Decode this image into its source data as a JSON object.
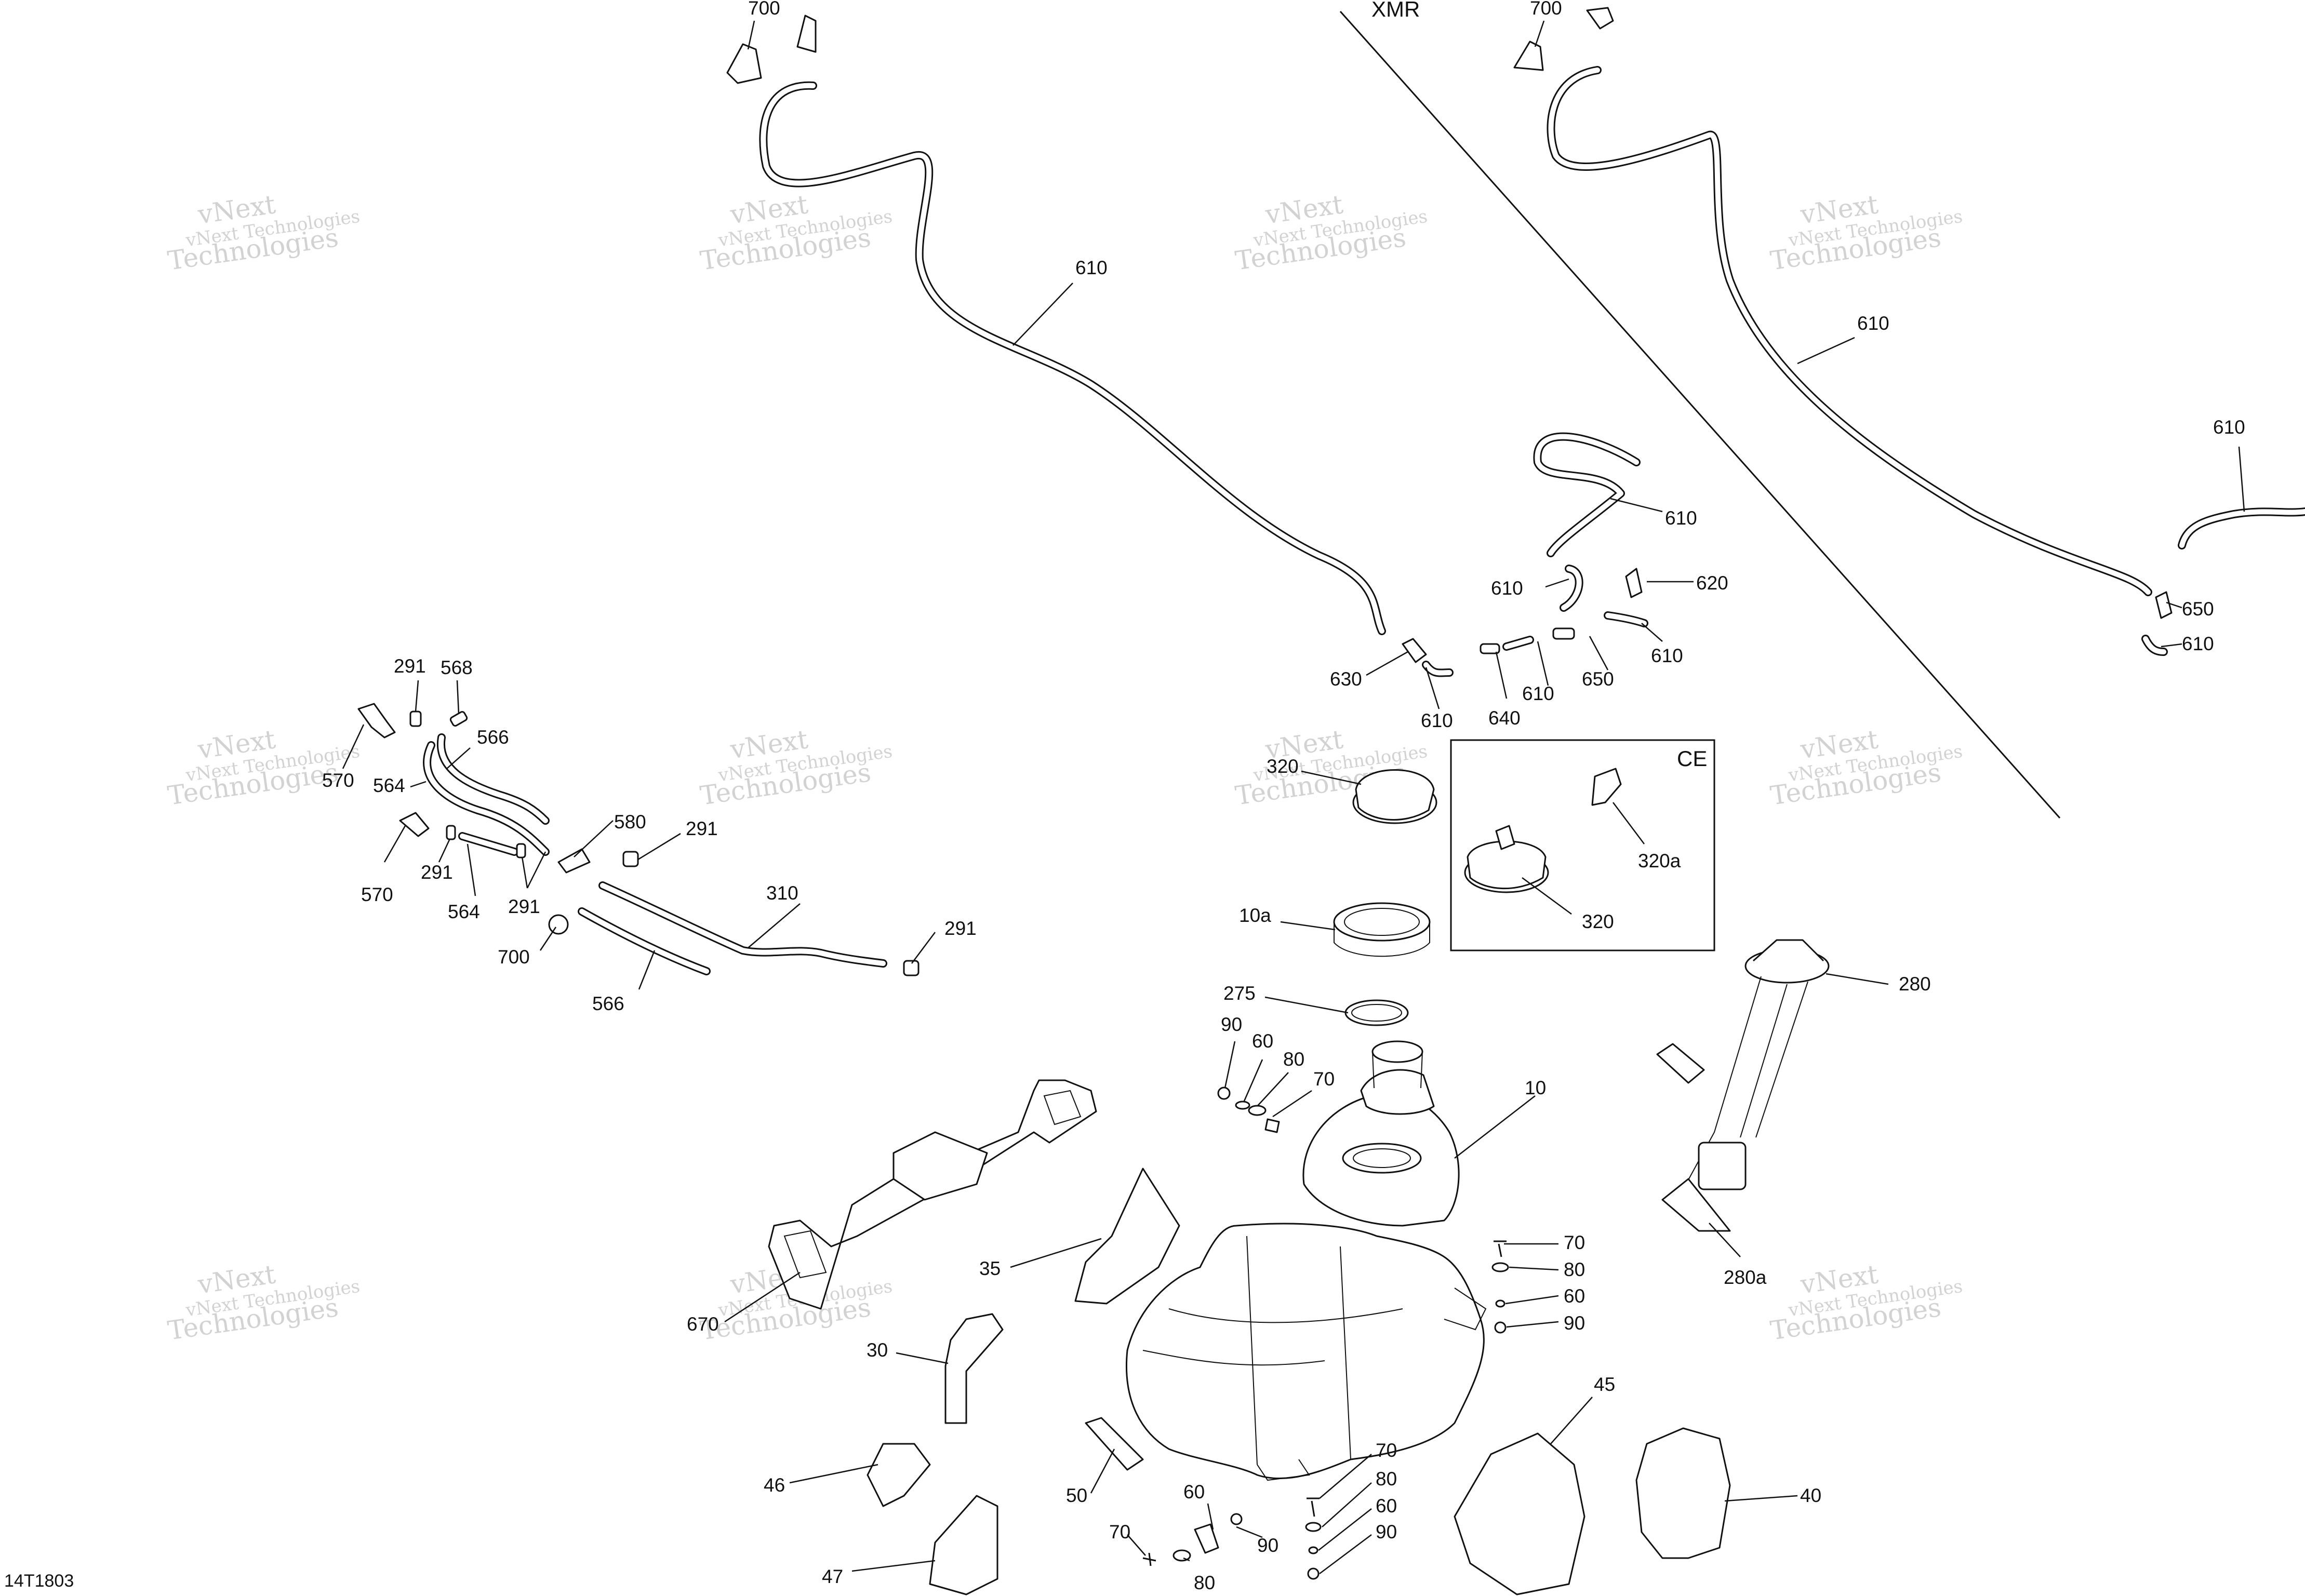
{
  "diagram": {
    "figure_id": "14T1803",
    "section_labels": {
      "xmr": "XMR",
      "ce": "CE"
    },
    "watermark": {
      "line1": "vNext",
      "line2": "Technologies",
      "line3": "vNext Technologies"
    },
    "callouts": [
      "700",
      "700",
      "610",
      "610",
      "610",
      "610",
      "610",
      "620",
      "630",
      "610",
      "640",
      "610",
      "650",
      "610",
      "650",
      "610",
      "291",
      "568",
      "566",
      "570",
      "564",
      "570",
      "291",
      "564",
      "291",
      "580",
      "291",
      "310",
      "700",
      "566",
      "291",
      "320",
      "320a",
      "320",
      "10a",
      "275",
      "280",
      "90",
      "60",
      "80",
      "70",
      "10",
      "280a",
      "70",
      "80",
      "60",
      "90",
      "35",
      "670",
      "30",
      "45",
      "40",
      "46",
      "50",
      "60",
      "70",
      "90",
      "80",
      "70",
      "80",
      "60",
      "90",
      "47"
    ]
  }
}
